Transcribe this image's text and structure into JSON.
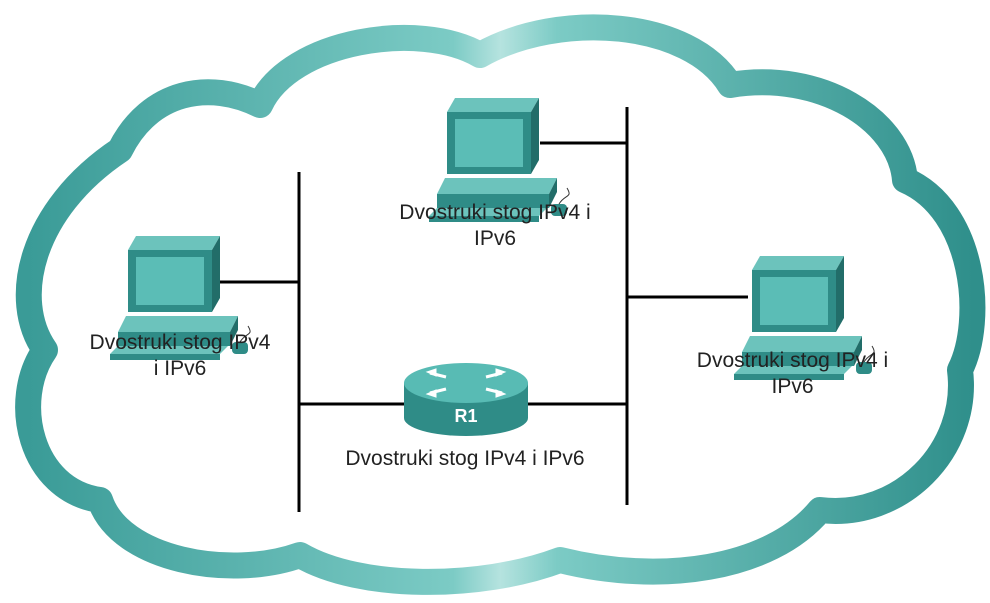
{
  "colors": {
    "cloud_outer": "#3f9e9a",
    "cloud_highlight": "#a9dcd8",
    "device": "#2f8c87",
    "device_light": "#4fb3ad",
    "device_screen": "#58bbb4",
    "wire": "#000000",
    "text": "#222222"
  },
  "nodes": {
    "pc_top": {
      "icon": "desktop-computer-icon",
      "label_line1": "Dvostruki stog IPv4 i",
      "label_line2": "IPv6"
    },
    "pc_left": {
      "icon": "desktop-computer-icon",
      "label_line1": "Dvostruki stog IPv4",
      "label_line2": "i IPv6"
    },
    "pc_right": {
      "icon": "desktop-computer-icon",
      "label_line1": "Dvostruki stog IPv4 i",
      "label_line2": "IPv6"
    },
    "router": {
      "icon": "router-icon",
      "name": "R1",
      "label": "Dvostruki stog IPv4 i IPv6"
    }
  }
}
